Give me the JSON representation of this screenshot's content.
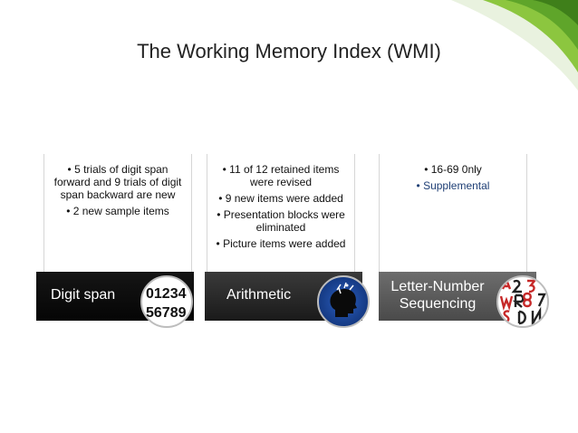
{
  "slide": {
    "title": "The Working Memory Index (WMI)"
  },
  "cards": [
    {
      "label": "Digit span",
      "bullets": [
        "5 trials of digit span forward and 9 trials of digit span backward are new",
        "2 new sample items"
      ],
      "badge_digits_row1": "01234",
      "badge_digits_row2": "56789"
    },
    {
      "label": "Arithmetic",
      "bullets": [
        "11 of 12 retained items were revised",
        "9 new items were added",
        "Presentation blocks were eliminated",
        "Picture items were added"
      ],
      "badge_icon": "head-thinking-icon"
    },
    {
      "label_line1": "Letter-Number",
      "label_line2": "Sequencing",
      "bullets": [
        "16-69 0nly",
        "Supplemental"
      ],
      "badge_icon": "letters-numbers-icon"
    }
  ],
  "colors": {
    "accent_green": "#5fa52a",
    "bullet_blue": "#1f3f75"
  }
}
